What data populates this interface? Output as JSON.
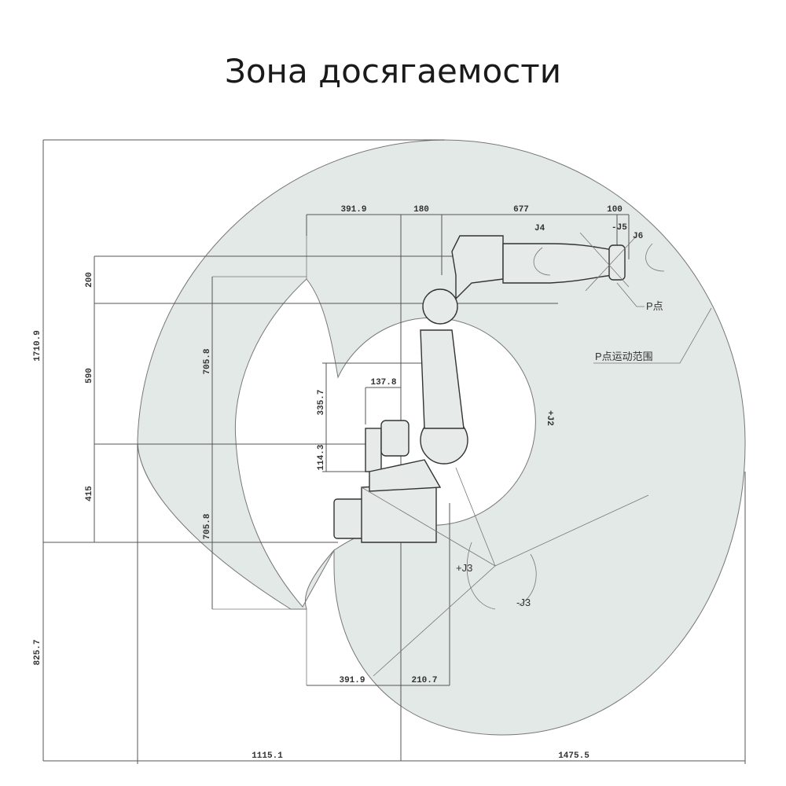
{
  "title": "Зона досягаемости",
  "colors": {
    "zone_fill": "#e3e9e7",
    "line": "#555555"
  },
  "dimensions": {
    "top_391_9": "391.9",
    "top_180": "180",
    "top_677": "677",
    "top_100": "100",
    "left_200": "200",
    "left_590": "590",
    "left_415": "415",
    "left_total": "1710.9",
    "inner_705_8_top": "705.8",
    "inner_705_8_bottom": "705.8",
    "base_335_7": "335.7",
    "base_114_3": "114.3",
    "base_137_8": "137.8",
    "left_825_7": "825.7",
    "bottom_391_9": "391.9",
    "bottom_210_7": "210.7",
    "bottom_1115_1": "1115.1",
    "bottom_1475_5": "1475.5"
  },
  "annotations": {
    "j4": "J4",
    "j5": "-J5",
    "j6": "J6",
    "p_point": "P点",
    "p_range": "P点运动范围",
    "j2": "+J2",
    "plus_j3": "+J3",
    "minus_j3": "-J3"
  }
}
